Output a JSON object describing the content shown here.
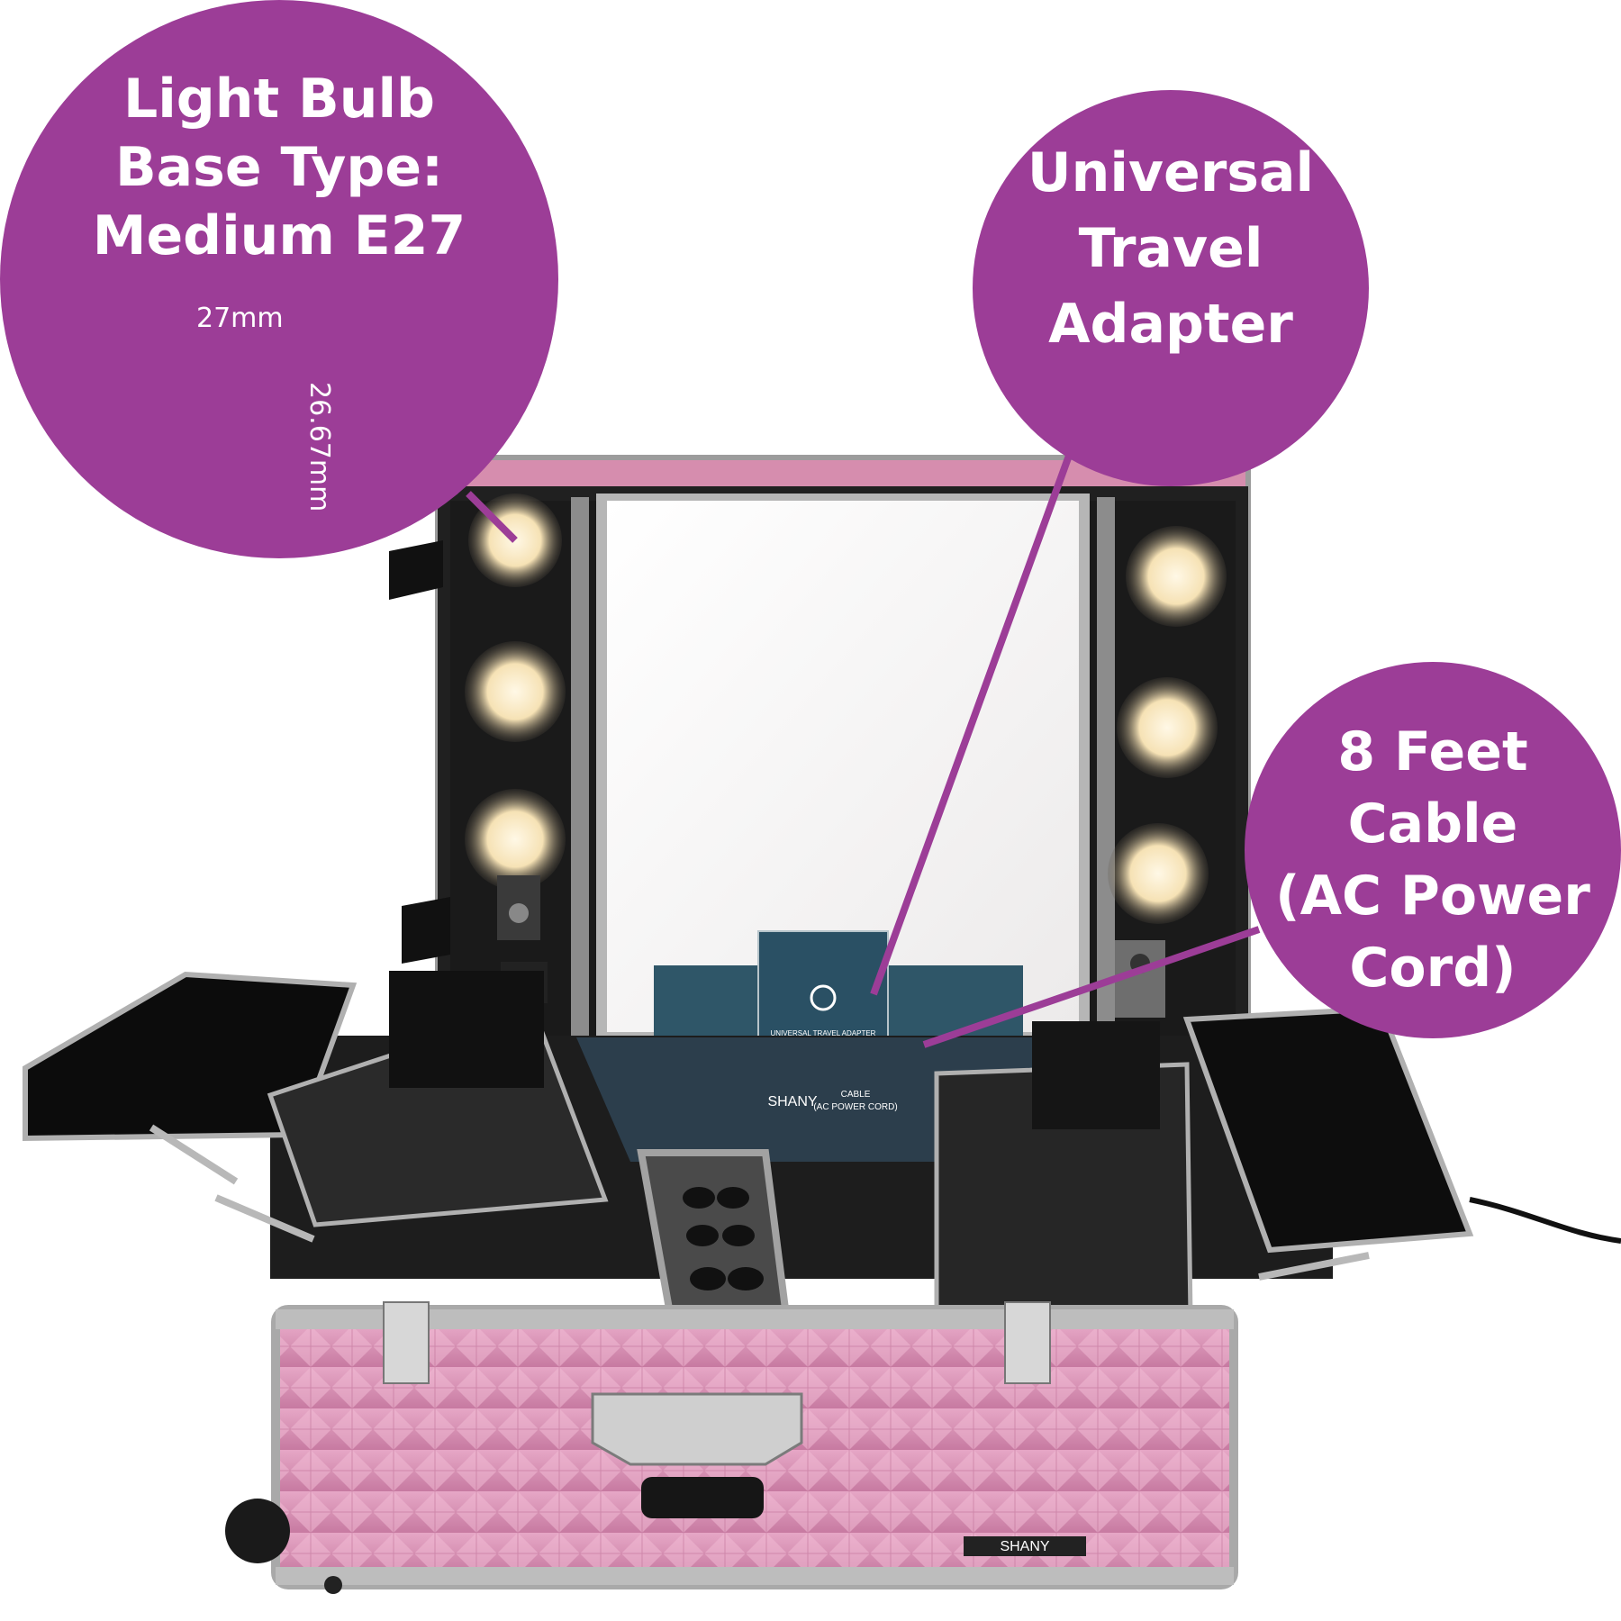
{
  "callouts": {
    "bulb": {
      "lines": [
        "Light Bulb",
        "Base Type:",
        "Medium E27"
      ],
      "width_label": "27mm",
      "height_label": "26.67mm"
    },
    "adapter": {
      "lines": [
        "Universal",
        "Travel",
        "Adapter"
      ]
    },
    "cable": {
      "lines": [
        "8 Feet",
        "Cable",
        "(AC Power",
        "Cord)"
      ]
    }
  },
  "product_text": {
    "brand": "SHANY",
    "adapter_box_title": "UNIVERSAL TRAVEL ADAPTER",
    "cable_card_brand": "SHANY",
    "cable_card_title": "CABLE",
    "cable_card_subtitle": "(AC POWER CORD)"
  },
  "colors": {
    "callout": "#9c3d97",
    "case_pink": "#d98fb4",
    "bulb_glow": "#f5dfb0",
    "interior": "#161616"
  }
}
